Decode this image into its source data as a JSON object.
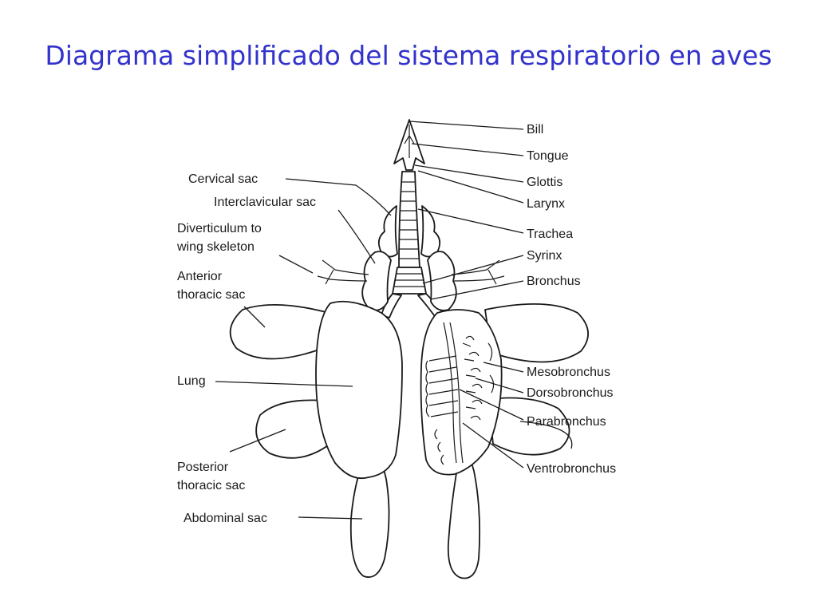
{
  "title": "Diagrama simplificado del sistema respiratorio en aves",
  "labels": {
    "bill": "Bill",
    "tongue": "Tongue",
    "glottis": "Glottis",
    "larynx": "Larynx",
    "trachea": "Trachea",
    "syrinx": "Syrinx",
    "bronchus": "Bronchus",
    "mesobronchus": "Mesobronchus",
    "dorsobronchus": "Dorsobronchus",
    "parabronchus": "Parabronchus",
    "ventrobronchus": "Ventrobronchus",
    "cervical_sac": "Cervical sac",
    "interclavicular_sac": "Interclavicular sac",
    "diverticulum_line1": "Diverticulum to",
    "diverticulum_line2": "wing skeleton",
    "anterior_line1": "Anterior",
    "anterior_line2": "thoracic sac",
    "lung": "Lung",
    "posterior_line1": "Posterior",
    "posterior_line2": "thoracic sac",
    "abdominal_sac": "Abdominal sac"
  },
  "colors": {
    "title": "#3333cc",
    "ink": "#1a1a1a"
  }
}
